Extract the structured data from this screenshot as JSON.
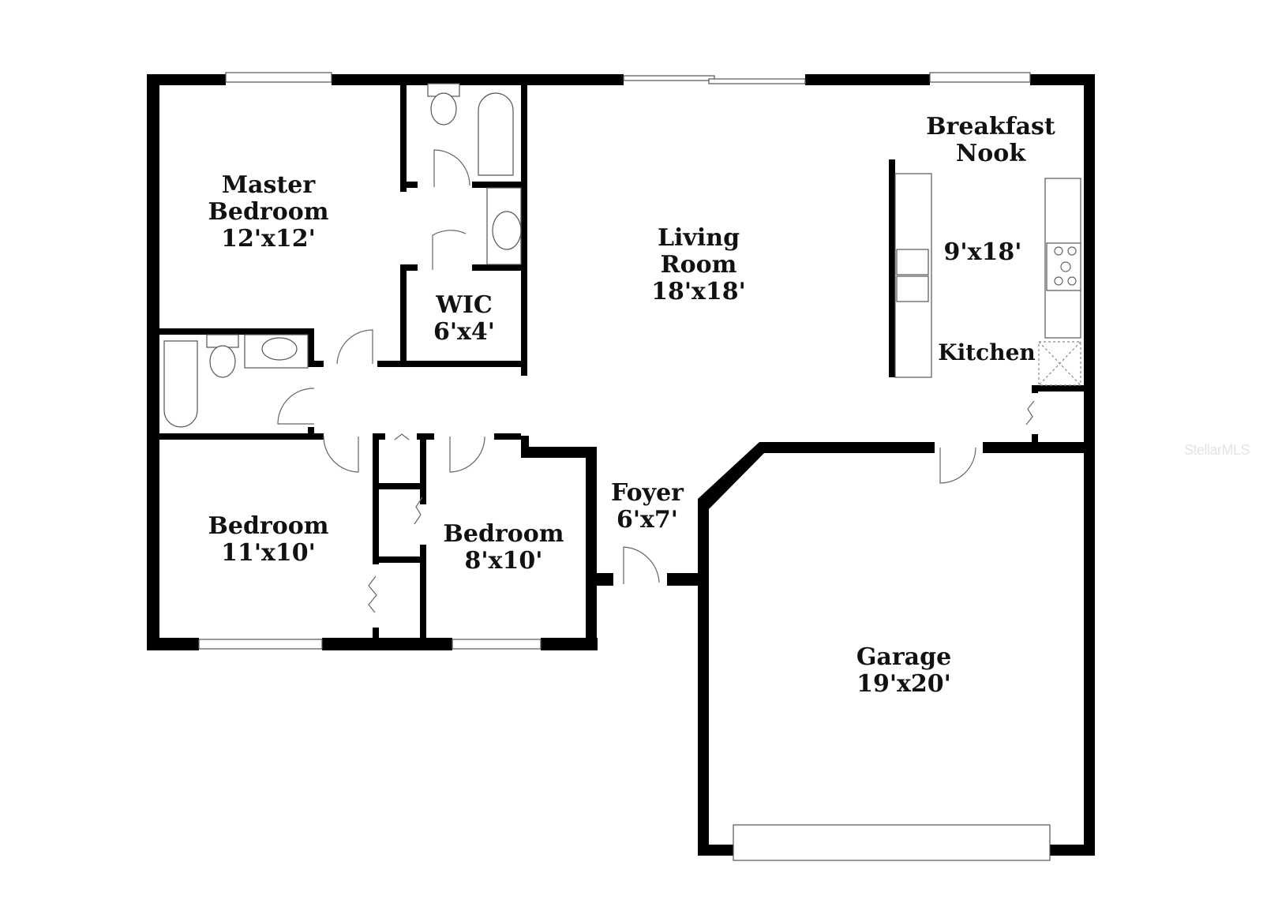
{
  "plan": {
    "rooms": [
      {
        "id": "master-bedroom",
        "name_line1": "Master",
        "name_line2": "Bedroom",
        "dims": "12'x12'"
      },
      {
        "id": "wic",
        "name_line1": "WIC",
        "dims": "6'x4'"
      },
      {
        "id": "living-room",
        "name_line1": "Living",
        "name_line2": "Room",
        "dims": "18'x18'"
      },
      {
        "id": "breakfast-nook",
        "name_line1": "Breakfast",
        "name_line2": "Nook"
      },
      {
        "id": "kitchen",
        "name_line1": "Kitchen",
        "dims": "9'x18'"
      },
      {
        "id": "bedroom-2",
        "name_line1": "Bedroom",
        "dims": "11'x10'"
      },
      {
        "id": "bedroom-3",
        "name_line1": "Bedroom",
        "dims": "8'x10'"
      },
      {
        "id": "foyer",
        "name_line1": "Foyer",
        "dims": "6'x7'"
      },
      {
        "id": "garage",
        "name_line1": "Garage",
        "dims": "19'x20'"
      }
    ],
    "watermark": "StellarMLS",
    "colors": {
      "wall": "#000000",
      "fixture_line": "#555555",
      "background": "#ffffff"
    }
  }
}
